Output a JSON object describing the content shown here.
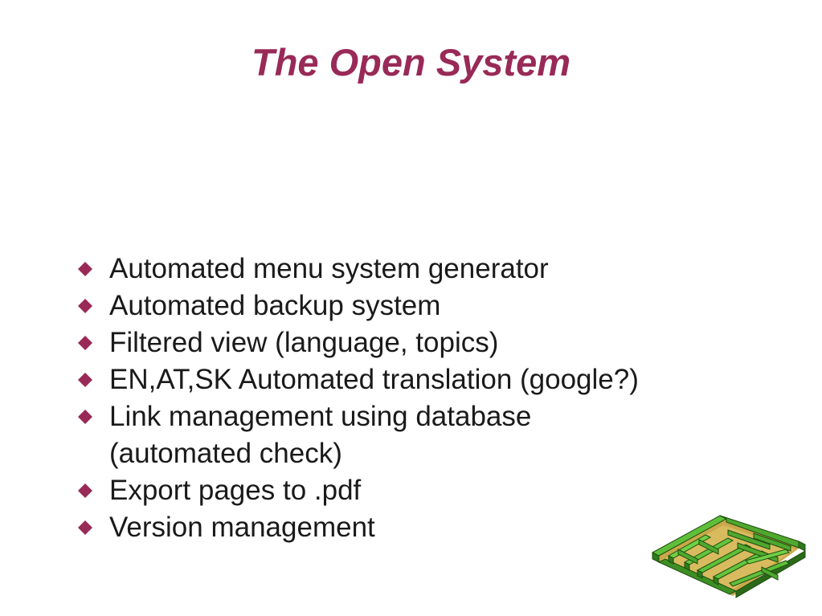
{
  "slide": {
    "title": "The Open System",
    "accent_color": "#992a57",
    "bullet_icon": "diamond-bullet-icon",
    "bullets": [
      "Automated menu system generator",
      "Automated backup system",
      "Filtered view (language, topics)",
      "EN,AT,SK Automated translation (google?)",
      "Link management using database (automated check)",
      "Export pages to .pdf",
      "Version management"
    ],
    "clipart": "maze-icon"
  }
}
